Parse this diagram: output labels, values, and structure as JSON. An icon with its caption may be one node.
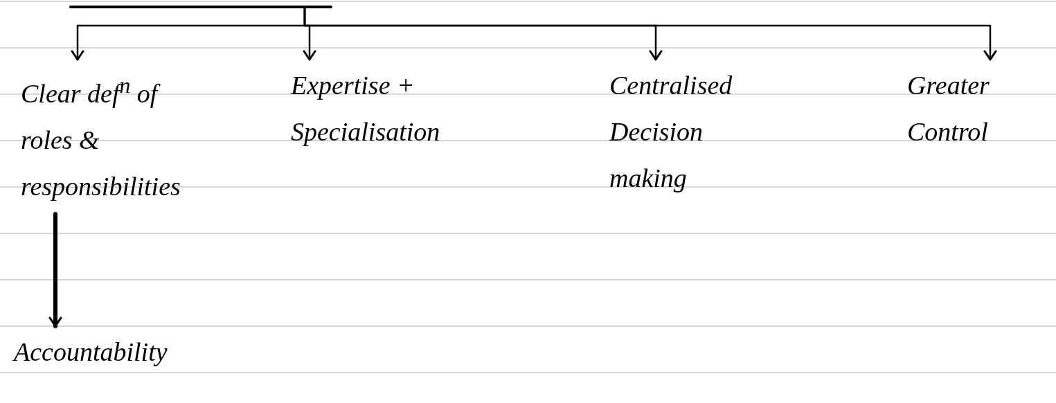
{
  "diagram": {
    "nodes": [
      {
        "text": [],
        "shape": "bar"
      },
      {
        "text": [
          "Clear def$^{n}$ of roles & responsibilities"
        ]
      },
      {
        "text": [
          "Expertise + Specialisation"
        ]
      },
      {
        "text": [
          "Centralised Decision making"
        ]
      },
      {
        "text": [
          "Greater Control"
        ]
      },
      {
        "text": [
          "Accountability"
        ]
      }
    ],
    "edges": [
      {
        "from": 0,
        "to": 1,
        "arrow": "to"
      },
      {
        "from": 0,
        "to": 2,
        "arrow": "to"
      },
      {
        "from": 0,
        "to": 3,
        "arrow": "to"
      },
      {
        "from": 0,
        "to": 4,
        "arrow": "to"
      },
      {
        "from": 1,
        "to": 5,
        "arrow": "to",
        "style": "thick"
      }
    ]
  }
}
